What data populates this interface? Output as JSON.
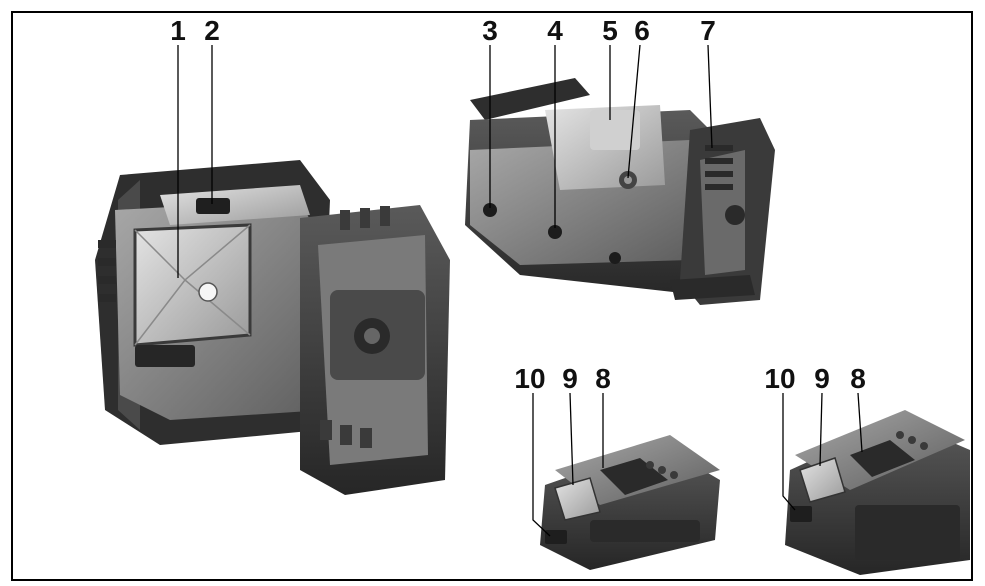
{
  "figure": {
    "callouts": [
      {
        "id": "1",
        "text": "1"
      },
      {
        "id": "2",
        "text": "2"
      },
      {
        "id": "3",
        "text": "3"
      },
      {
        "id": "4",
        "text": "4"
      },
      {
        "id": "5",
        "text": "5"
      },
      {
        "id": "6",
        "text": "6"
      },
      {
        "id": "7",
        "text": "7"
      },
      {
        "id": "8a",
        "text": "8"
      },
      {
        "id": "9a",
        "text": "9"
      },
      {
        "id": "10a",
        "text": "10"
      },
      {
        "id": "8b",
        "text": "8"
      },
      {
        "id": "9b",
        "text": "9"
      },
      {
        "id": "10b",
        "text": "10"
      }
    ],
    "colors": {
      "frame": "#000000",
      "body_dark": "#3a3a3a",
      "body_mid": "#7a7a7a",
      "body_light": "#b5b5b5",
      "highlight": "#d9d9d9"
    }
  }
}
